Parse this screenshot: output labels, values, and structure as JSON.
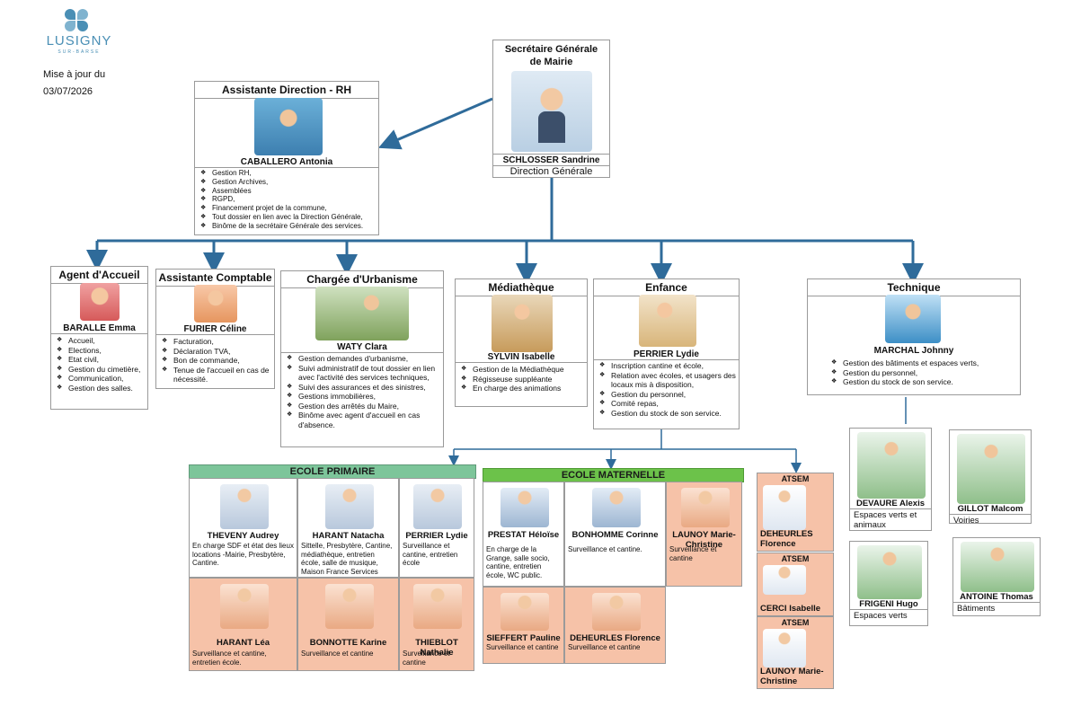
{
  "logo": {
    "name": "LUSIGNY",
    "sub": "SUR-BARSE"
  },
  "update": {
    "label": "Mise à jour du",
    "date": "03/07/2026"
  },
  "top": {
    "title": "Secrétaire Générale de Mairie",
    "person": "SCHLOSSER Sandrine",
    "dept": "Direction Générale"
  },
  "assistant": {
    "title": "Assistante Direction - RH",
    "person": "CABALLERO Antonia",
    "duties": [
      "Gestion RH,",
      "Gestion Archives,",
      "Assemblées",
      "RGPD,",
      "Financement projet de la commune,",
      "Tout dossier en lien avec la Direction Générale,",
      "Binôme de la secrétaire Générale des services."
    ]
  },
  "accueil": {
    "title": "Agent d'Accueil",
    "person": "BARALLE Emma",
    "duties": [
      "Accueil,",
      "Elections,",
      "Etat civil,",
      "Gestion du cimetière,",
      "Communication,",
      "Gestion des salles."
    ]
  },
  "comptable": {
    "title": "Assistante Comptable",
    "person": "FURIER Céline",
    "duties": [
      "Facturation,",
      "Déclaration TVA,",
      "Bon de commande,",
      "Tenue de l'accueil en cas de nécessité."
    ]
  },
  "urbanisme": {
    "title": "Chargée d'Urbanisme",
    "person": "WATY Clara",
    "duties": [
      "Gestion demandes d'urbanisme,",
      "Suivi administratif de tout dossier en lien avec l'activité des services techniques,",
      "Suivi des assurances et des sinistres,",
      "Gestions immobilières,",
      "Gestion des arrêtés du Maire,",
      "Binôme avec agent d'accueil en cas d'absence."
    ]
  },
  "mediatheque": {
    "title": "Médiathèque",
    "person": "SYLVIN Isabelle",
    "duties": [
      "Gestion de la Médiathèque",
      "Régisseuse suppléante",
      "En charge des animations"
    ]
  },
  "enfance": {
    "title": "Enfance",
    "person": "PERRIER Lydie",
    "duties": [
      "Inscription cantine et école,",
      "Relation avec écoles, et usagers des locaux mis à disposition,",
      "Gestion du personnel,",
      "Comité repas,",
      "Gestion du stock de son service."
    ]
  },
  "technique": {
    "title": "Technique",
    "person": "MARCHAL Johnny",
    "duties": [
      "Gestion des bâtiments et espaces verts,",
      "Gestion du personnel,",
      "Gestion du stock de son service."
    ]
  },
  "primaire": {
    "title": "ECOLE PRIMAIRE",
    "color": "#7dc59a",
    "cells": [
      {
        "name": "THEVENY Audrey",
        "desc": "En charge SDF et état des lieux locations -Mairie, Presbytère, Cantine."
      },
      {
        "name": "HARANT Natacha",
        "desc": "Sittelle, Presbytère, Cantine, médiathèque, entretien école, salle de musique, Maison France Services"
      },
      {
        "name": "PERRIER Lydie",
        "desc": "Surveillance et cantine, entretien école"
      },
      {
        "name": "HARANT Léa",
        "desc": "Surveillance et cantine, entretien école."
      },
      {
        "name": "BONNOTTE Karine",
        "desc": "Surveillance et cantine"
      },
      {
        "name": "THIEBLOT Nathalie",
        "desc": "Surveillance et cantine"
      }
    ]
  },
  "maternelle": {
    "title": "ECOLE MATERNELLE",
    "color": "#6cc24a",
    "cells": [
      {
        "name": "PRESTAT Héloïse",
        "desc": "En charge de la Grange, salle socio, cantine, entretien école, WC public."
      },
      {
        "name": "BONHOMME Corinne",
        "desc": "Surveillance et cantine."
      },
      {
        "name": "LAUNOY Marie-Christine",
        "desc": "Surveillance et cantine"
      },
      {
        "name": "SIEFFERT Pauline",
        "desc": "Surveillance et cantine"
      },
      {
        "name": "DEHEURLES Florence",
        "desc": "Surveillance et cantine"
      }
    ]
  },
  "atsem": [
    {
      "label": "ATSEM",
      "name": "DEHEURLES Florence"
    },
    {
      "label": "ATSEM",
      "name": "CERCI Isabelle"
    },
    {
      "label": "ATSEM",
      "name": "LAUNOY Marie-Christine"
    }
  ],
  "tech_staff": [
    {
      "name": "DEVAURE Alexis",
      "role": "Espaces verts et animaux"
    },
    {
      "name": "GILLOT Malcom",
      "role": "Voiries"
    },
    {
      "name": "FRIGENI Hugo",
      "role": "Espaces verts"
    },
    {
      "name": "ANTOINE Thomas",
      "role": "Bâtiments"
    }
  ],
  "colors": {
    "arrow": "#2f6b9a",
    "peach": "#f6c2a8",
    "logo": "#4a8fb5"
  }
}
